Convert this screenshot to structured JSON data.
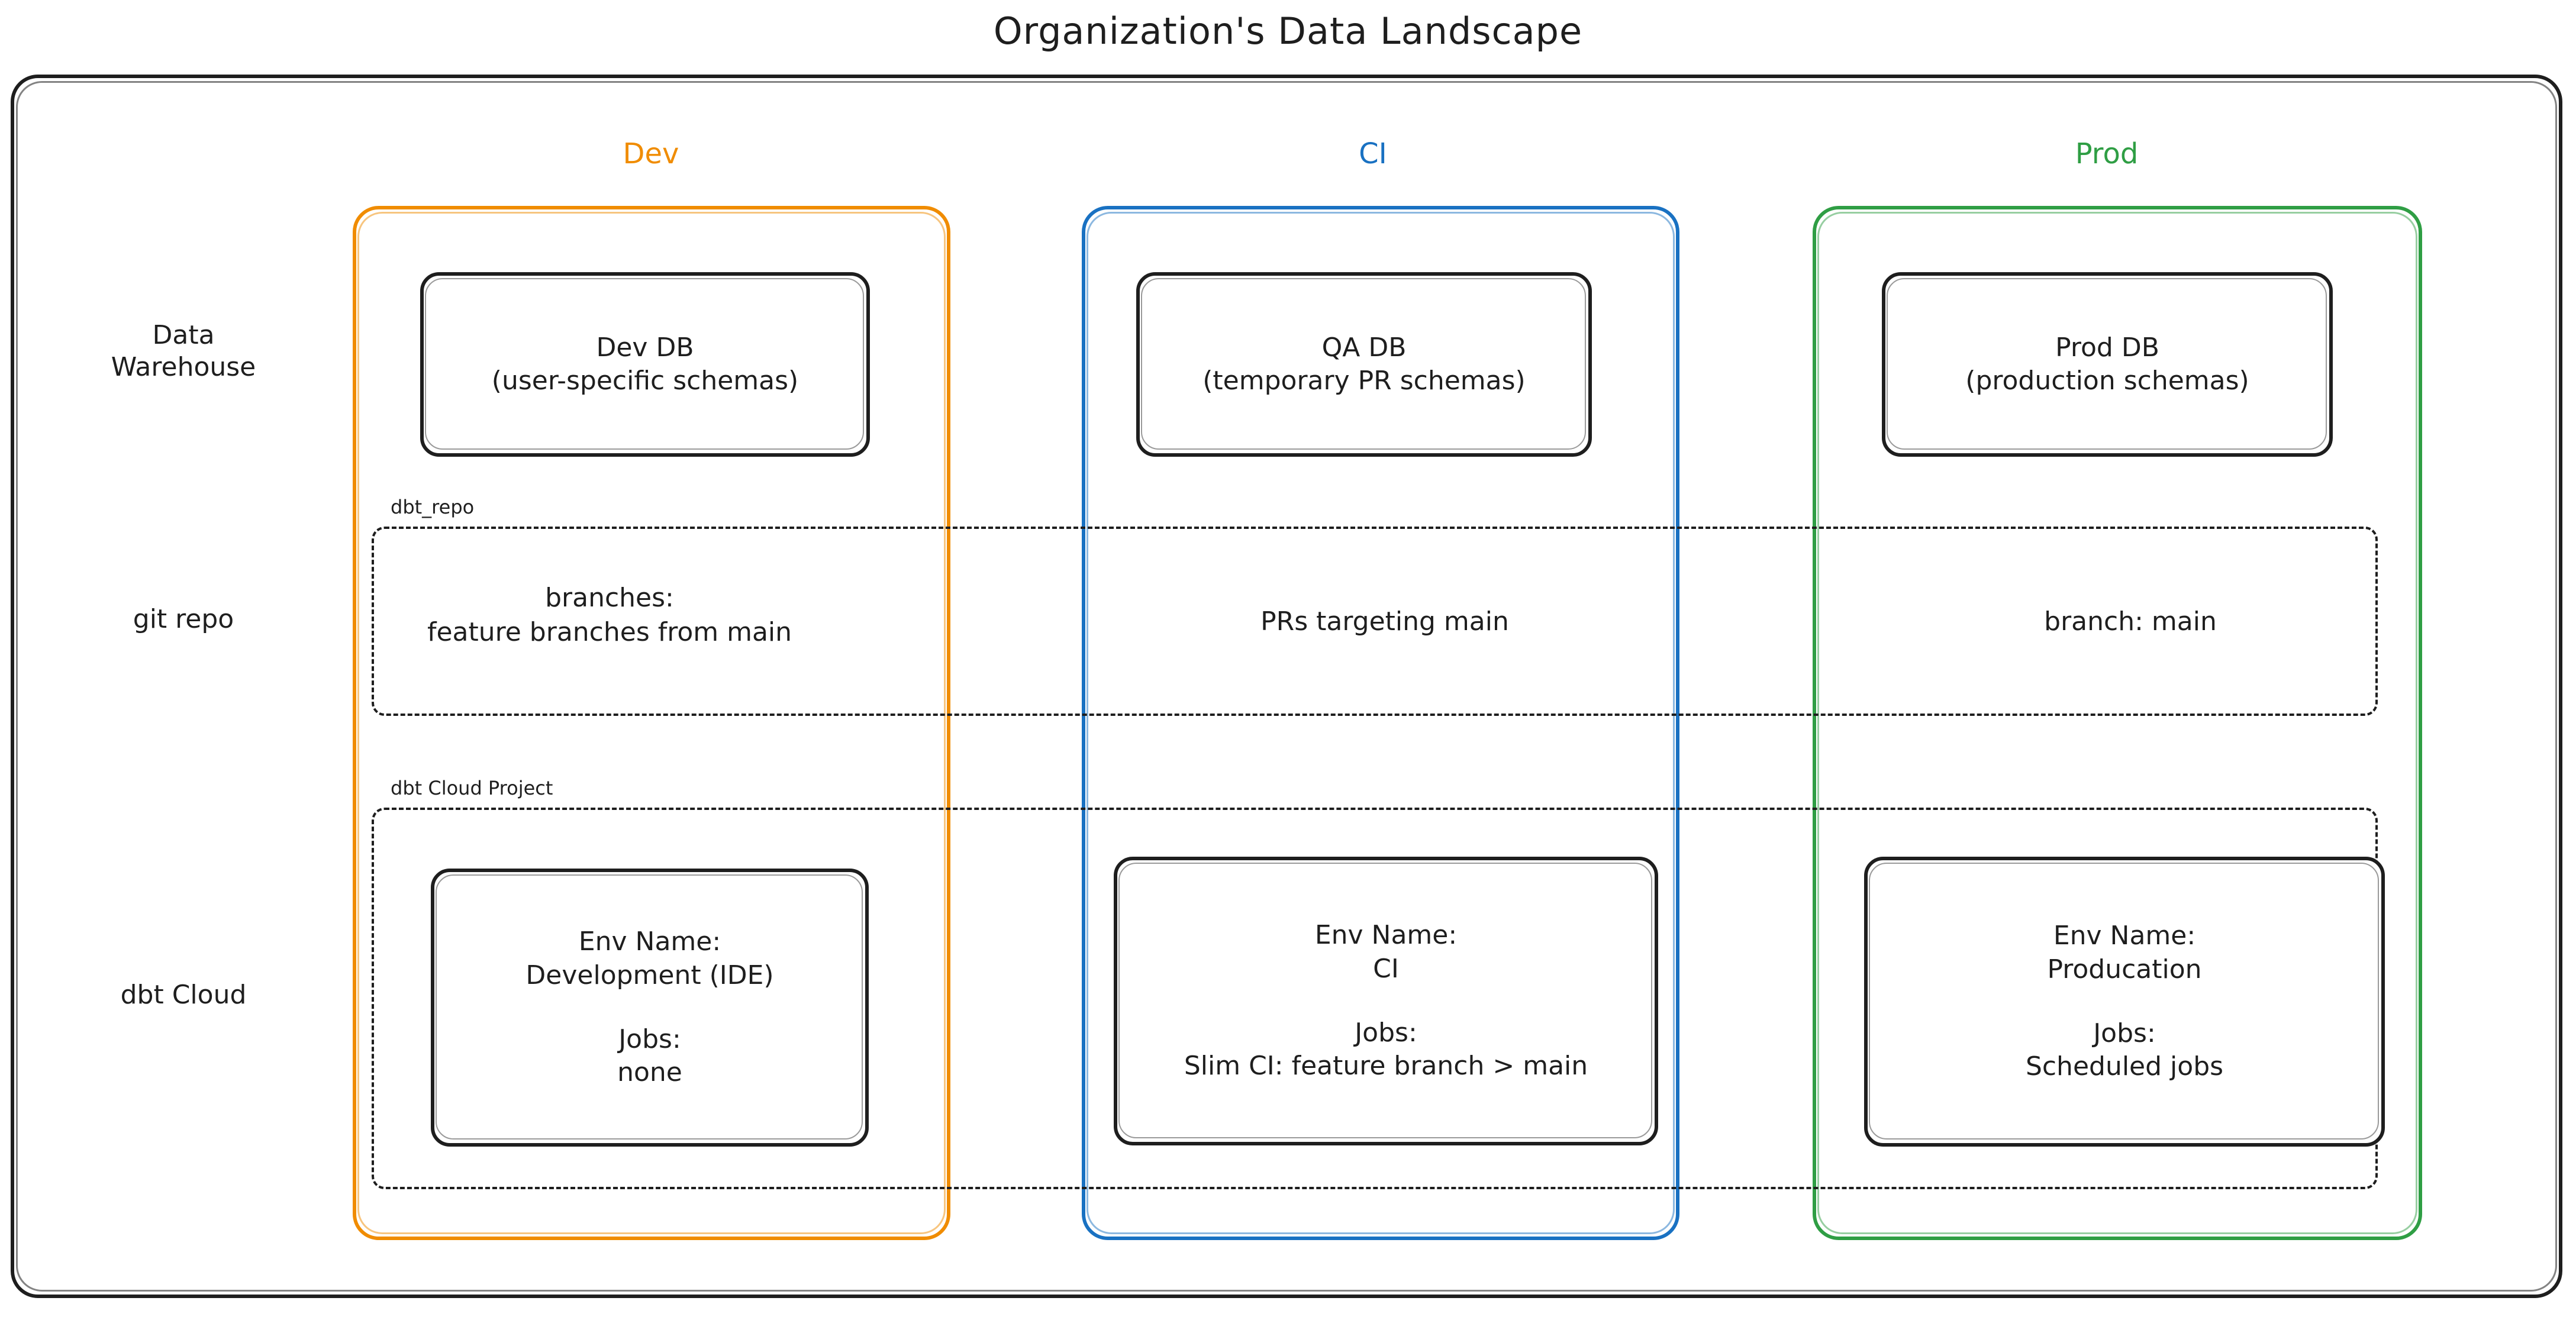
{
  "title": "Organization's Data Landscape",
  "colors": {
    "dev": "#f08c00",
    "ci": "#1971c2",
    "prod": "#2f9e44",
    "ink": "#1e1e1e",
    "background": "#ffffff"
  },
  "columns": [
    {
      "key": "dev",
      "label": "Dev"
    },
    {
      "key": "ci",
      "label": "CI"
    },
    {
      "key": "prod",
      "label": "Prod"
    }
  ],
  "rows": [
    {
      "key": "warehouse",
      "label_line1": "Data",
      "label_line2": "Warehouse"
    },
    {
      "key": "git",
      "label_line1": "git repo",
      "label_line2": ""
    },
    {
      "key": "dbtcloud",
      "label_line1": "dbt Cloud",
      "label_line2": ""
    }
  ],
  "groups": {
    "git_repo": {
      "tag": "dbt_repo"
    },
    "dbt_cloud_project": {
      "tag": "dbt Cloud Project"
    }
  },
  "warehouse": {
    "dev": {
      "line1": "Dev DB",
      "line2": "(user-specific schemas)"
    },
    "ci": {
      "line1": "QA DB",
      "line2": "(temporary PR schemas)"
    },
    "prod": {
      "line1": "Prod DB",
      "line2": "(production schemas)"
    }
  },
  "git_repo": {
    "dev": {
      "line1": "branches:",
      "line2": "feature branches from main"
    },
    "ci": {
      "line1": "PRs targeting main",
      "line2": ""
    },
    "prod": {
      "line1": "branch: main",
      "line2": ""
    }
  },
  "dbt_cloud": {
    "dev": {
      "env_label": "Env Name:",
      "env_value": "Development (IDE)",
      "jobs_label": "Jobs:",
      "jobs_value": "none"
    },
    "ci": {
      "env_label": "Env Name:",
      "env_value": "CI",
      "jobs_label": "Jobs:",
      "jobs_value": "Slim CI: feature branch > main"
    },
    "prod": {
      "env_label": "Env Name:",
      "env_value": "Producation",
      "jobs_label": "Jobs:",
      "jobs_value": "Scheduled jobs"
    }
  }
}
